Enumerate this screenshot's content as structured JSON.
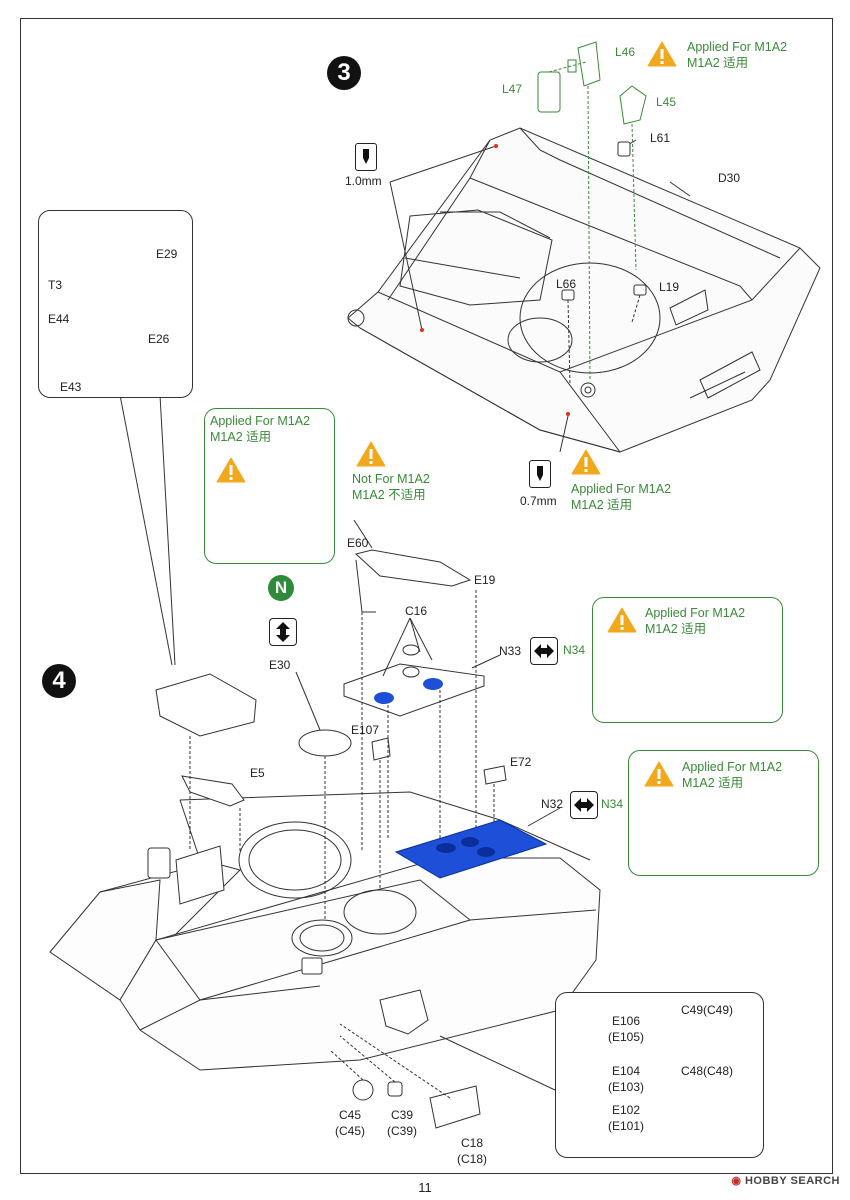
{
  "page_number": "11",
  "watermark": "HOBBY SEARCH",
  "steps": {
    "step3": "3",
    "step4": "4"
  },
  "n_badge": "N",
  "warnings": {
    "m1a2_applied_en": "Applied For M1A2",
    "m1a2_applied_cn": "M1A2 适用",
    "not_m1a2_en": "Not For M1A2",
    "not_m1a2_cn": "M1A2 不适用"
  },
  "drill": {
    "d1": "1.0mm",
    "d2": "0.7mm"
  },
  "step3_parts": {
    "L46": "L46",
    "L47": "L47",
    "L45": "L45",
    "L61": "L61",
    "D30": "D30",
    "L66": "L66",
    "L19": "L19"
  },
  "inset_top_parts": {
    "E29": "E29",
    "T3": "T3",
    "E44": "E44",
    "E26": "E26",
    "E43": "E43"
  },
  "step4_parts": {
    "E60": "E60",
    "E19": "E19",
    "C16": "C16",
    "N33": "N33",
    "N34a": "N34",
    "E30": "E30",
    "E107": "E107",
    "E5": "E5",
    "E72": "E72",
    "N32": "N32",
    "N34b": "N34",
    "C45": "C45",
    "C45p": "(C45)",
    "C39": "C39",
    "C39p": "(C39)",
    "C18": "C18",
    "C18p": "(C18)"
  },
  "inset_bottom_parts": {
    "E106": "E106",
    "E105": "(E105)",
    "E104": "E104",
    "E103": "(E103)",
    "E102": "E102",
    "E101": "(E101)",
    "C49": "C49(C49)",
    "C48": "C48(C48)"
  },
  "colors": {
    "green": "#3a8a3a",
    "blue": "#1d4fd8",
    "warn": "#f2a81d",
    "black": "#111111"
  }
}
